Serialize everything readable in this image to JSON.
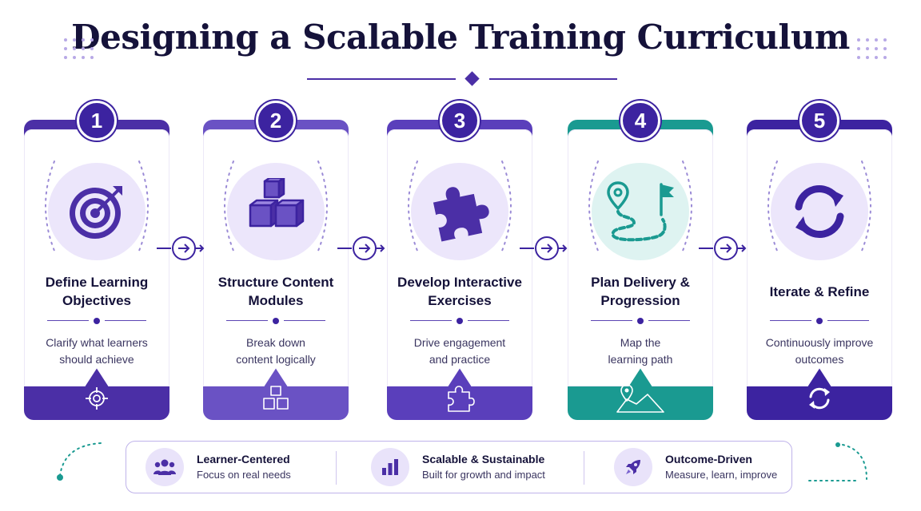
{
  "title": "Designing a Scalable Training Curriculum",
  "colors": {
    "primary": "#4b2fa6",
    "badge": "#3c23a0",
    "light_purple": "#ece6fb",
    "teal": "#1a9a91",
    "light_teal": "#def3f1"
  },
  "steps": [
    {
      "number": "1",
      "title_line1": "Define Learning",
      "title_line2": "Objectives",
      "desc_line1": "Clarify what learners",
      "desc_line2": "should achieve",
      "icon": "target-icon",
      "footer_icon": "crosshair-icon",
      "footer_color": "#4b2fa6"
    },
    {
      "number": "2",
      "title_line1": "Structure Content",
      "title_line2": "Modules",
      "desc_line1": "Break down",
      "desc_line2": "content logically",
      "icon": "cubes-icon",
      "footer_icon": "cubes-outline-icon",
      "footer_color": "#6a52c4"
    },
    {
      "number": "3",
      "title_line1": "Develop Interactive",
      "title_line2": "Exercises",
      "desc_line1": "Drive engagement",
      "desc_line2": "and practice",
      "icon": "puzzle-icon",
      "footer_icon": "puzzle-outline-icon",
      "footer_color": "#5a3fbb"
    },
    {
      "number": "4",
      "title_line1": "Plan Delivery &",
      "title_line2": "Progression",
      "desc_line1": "Map the",
      "desc_line2": "learning path",
      "icon": "route-flag-icon",
      "footer_icon": "map-pin-icon",
      "footer_color": "#1a9a91"
    },
    {
      "number": "5",
      "title_line1": "Iterate & Refine",
      "title_line2": "",
      "desc_line1": "Continuously improve",
      "desc_line2": "outcomes",
      "icon": "refresh-icon",
      "footer_icon": "refresh-outline-icon",
      "footer_color": "#3c23a0"
    }
  ],
  "principles": [
    {
      "title": "Learner-Centered",
      "subtitle": "Focus on real needs",
      "icon": "people-icon"
    },
    {
      "title": "Scalable & Sustainable",
      "subtitle": "Built for growth and impact",
      "icon": "bar-chart-icon"
    },
    {
      "title": "Outcome-Driven",
      "subtitle": "Measure, learn, improve",
      "icon": "rocket-icon"
    }
  ]
}
